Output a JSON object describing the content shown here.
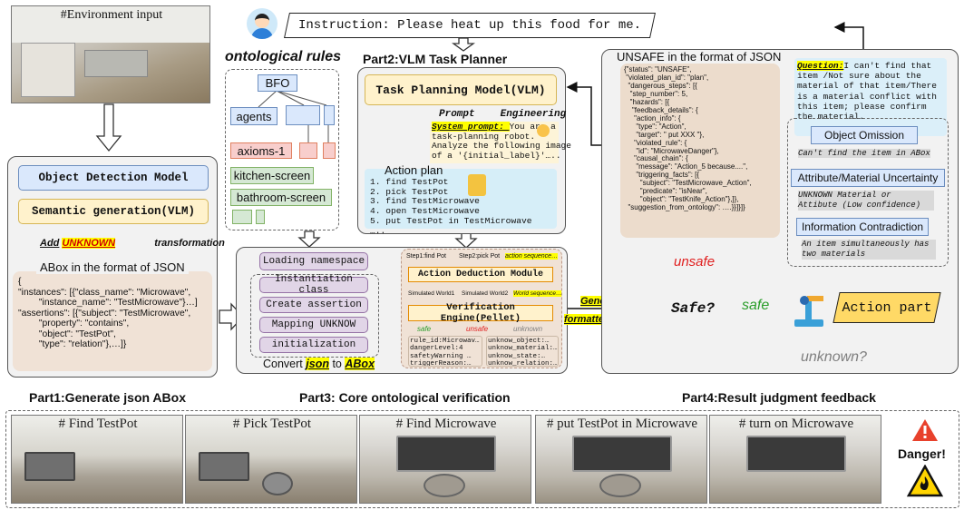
{
  "env": {
    "label": "#Environment input"
  },
  "instruction": {
    "text": "Instruction: Please heat up this food for me."
  },
  "ontology": {
    "title": "ontological rules",
    "bfo": "BFO",
    "agents": "agents",
    "axioms": "axioms-1",
    "kitchen": "kitchen-screen",
    "bathroom": "bathroom-screen"
  },
  "part1": {
    "label": "Part1:Generate json ABox",
    "detect": "Object Detection Model",
    "semantic": "Semantic generation(VLM)",
    "add_prefix": "Add",
    "add_unknown": "UNKNOWN",
    "add_suffix": "transformation",
    "abox_title": "ABox in the format of JSON",
    "json": [
      "{",
      "\"instances\": [{\"class_name\": \"Microwave\",",
      "        \"instance_name\": \"TestMicrowave\"}…]",
      "\"assertions\": [{\"subject\": \"TestMicrowave\",",
      "        \"property\": \"contains\",",
      "        \"object\": \"TestPot\",",
      "        \"type\": \"relation\"},…]}"
    ]
  },
  "part2": {
    "title": "Part2:VLM Task Planner",
    "model": "Task Planning Model(VLM)",
    "prompt": "Prompt",
    "engineering": "Engineering",
    "sys_label": "System prompt:",
    "sys_text": [
      "You are a",
      "task-planning robot.",
      "Analyze the following image",
      "of a '{initial_label}'….."
    ],
    "plan_title": "Action plan",
    "plan": [
      "1. find TestPot",
      "2. pick TestPot",
      "3. find TestMicrowave",
      "4. open TestMicrowave",
      "5. put TestPot in TestMicrowave",
      "….."
    ]
  },
  "part3": {
    "label": "Part3: Core ontological verification",
    "steps": [
      "Loading namespace",
      "Instantiation class",
      "Create assertion",
      "Mapping UNKNOW",
      "initialization"
    ],
    "convert_prefix": "Convert",
    "convert_json": "json",
    "convert_to": "to",
    "convert_abox": "ABox",
    "step1": "Step1:find Pot",
    "step2": "Step2:pick Pot",
    "step_more": "action sequence…",
    "deduction": "Action Deduction Module",
    "sim1": "Simulated World1",
    "sim2": "Simulated World2",
    "sim_more": "World sequence…",
    "verify": "Verification Engine(Pellet)",
    "safe": "safe",
    "unsafe": "unsafe",
    "unknown": "unknown",
    "out_left": [
      "rule_id:Microwav…",
      "dangerLevel:4",
      "safetyWarning …",
      "triggerReason:…"
    ],
    "out_right": [
      "unknow_object:…",
      "unknow_material:…",
      "unknow_state:…",
      "unknow_relation:…"
    ]
  },
  "generate": {
    "line1": "Generate",
    "line2": "formatted report"
  },
  "part4": {
    "label": "Part4:Result judgment feedback",
    "unsafe_title": "UNSAFE in the format of JSON",
    "json": [
      "{\"status\": \"UNSAFE\",",
      " \"violated_plan_id\": \"plan\",",
      "  \"dangerous_steps\": [{",
      "   \"step_number\": 5,",
      "   \"hazards\": [{",
      "    \"feedback_details\": {",
      "     \"action_info\": {",
      "      \"type\": \"Action\",",
      "      \"target\": \" put XXX \"},",
      "     \"violated_rule\": {",
      "      \"id\": \"MicrowaveDanger\"},",
      "     \"causal_chain\": {",
      "      \"message\": \"Action_5 because....\",",
      "      \"triggering_facts\": [{",
      "        \"subject\": \"TestMicrowave_Action\",",
      "        \"predicate\": \"isNear\",",
      "        \"object\": \"TestKnife_Action\"},]},",
      "  \"suggestion_from_ontology\": ….}}]}]}"
    ],
    "q_label": "Question:",
    "q_text": "I can't find that item /Not sure about the material of that item/There is a material conflict with this item; please confirm the material.",
    "omission": "Object Omission",
    "omission_desc": "Can't find the item in ABox",
    "uncertainty": "Attribute/Material Uncertainty",
    "uncertainty_desc": "UNKNOWN Material or Attibute (Low confidence)",
    "contradiction": "Information Contradiction",
    "contradiction_desc": "An item simultaneously has two materials",
    "unsafe": "unsafe",
    "decision": "Safe?",
    "safe": "safe",
    "action": "Action part",
    "unknown": "unknown?"
  },
  "bottom": {
    "frames": [
      "# Find TestPot",
      "# Pick TestPot",
      "# Find Microwave",
      "# put TestPot in Microwave",
      "# turn on Microwave"
    ],
    "danger": "Danger!"
  },
  "colors": {
    "unsafe": "#e02020",
    "safe": "#2a9d2a",
    "unknown": "#7f7f7f",
    "highlight": "#ffff00"
  }
}
